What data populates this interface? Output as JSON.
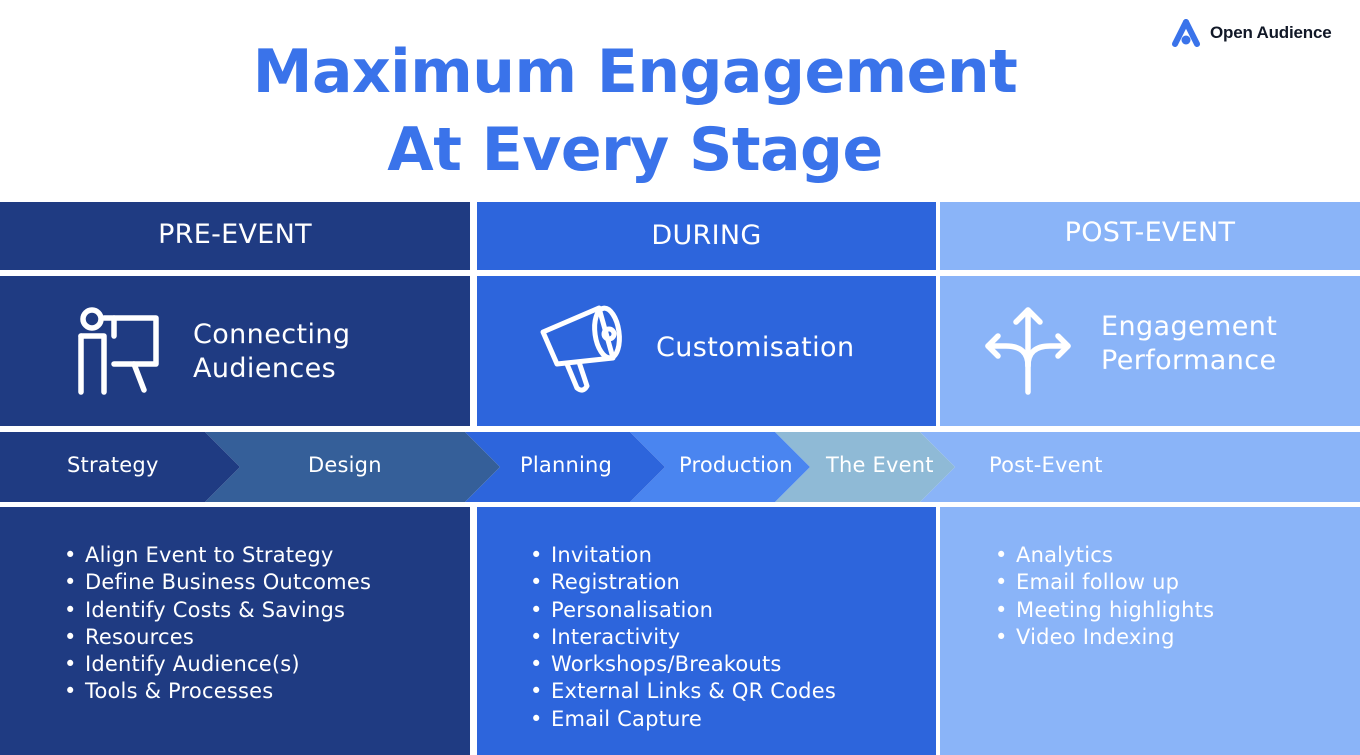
{
  "brand": {
    "name": "Open Audience",
    "accent": "#3a73ea"
  },
  "title": {
    "line1": "Maximum Engagement",
    "line2": "At Every Stage"
  },
  "colors": {
    "pre": "#1f3b82",
    "during": "#2d65dc",
    "post": "#8ab4f8"
  },
  "columns": [
    {
      "header": "PRE-EVENT",
      "feature": "Connecting\nAudiences",
      "icon": "presenter-board-icon",
      "bullets": [
        "Align Event to Strategy",
        "Define Business Outcomes",
        "Identify Costs & Savings",
        "Resources",
        "Identify Audience(s)",
        "Tools & Processes"
      ]
    },
    {
      "header": "DURING",
      "feature": "Customisation",
      "icon": "megaphone-icon",
      "bullets": [
        "Invitation",
        "Registration",
        "Personalisation",
        "Interactivity",
        "Workshops/Breakouts",
        "External Links & QR Codes",
        "Email Capture"
      ]
    },
    {
      "header": "POST-EVENT",
      "feature": "Engagement\nPerformance",
      "icon": "split-arrows-icon",
      "bullets": [
        "Analytics",
        "Email follow up",
        "Meeting highlights",
        "Video Indexing"
      ]
    }
  ],
  "stages": [
    "Strategy",
    "Design",
    "Planning",
    "Production",
    "The Event",
    "Post-Event"
  ]
}
